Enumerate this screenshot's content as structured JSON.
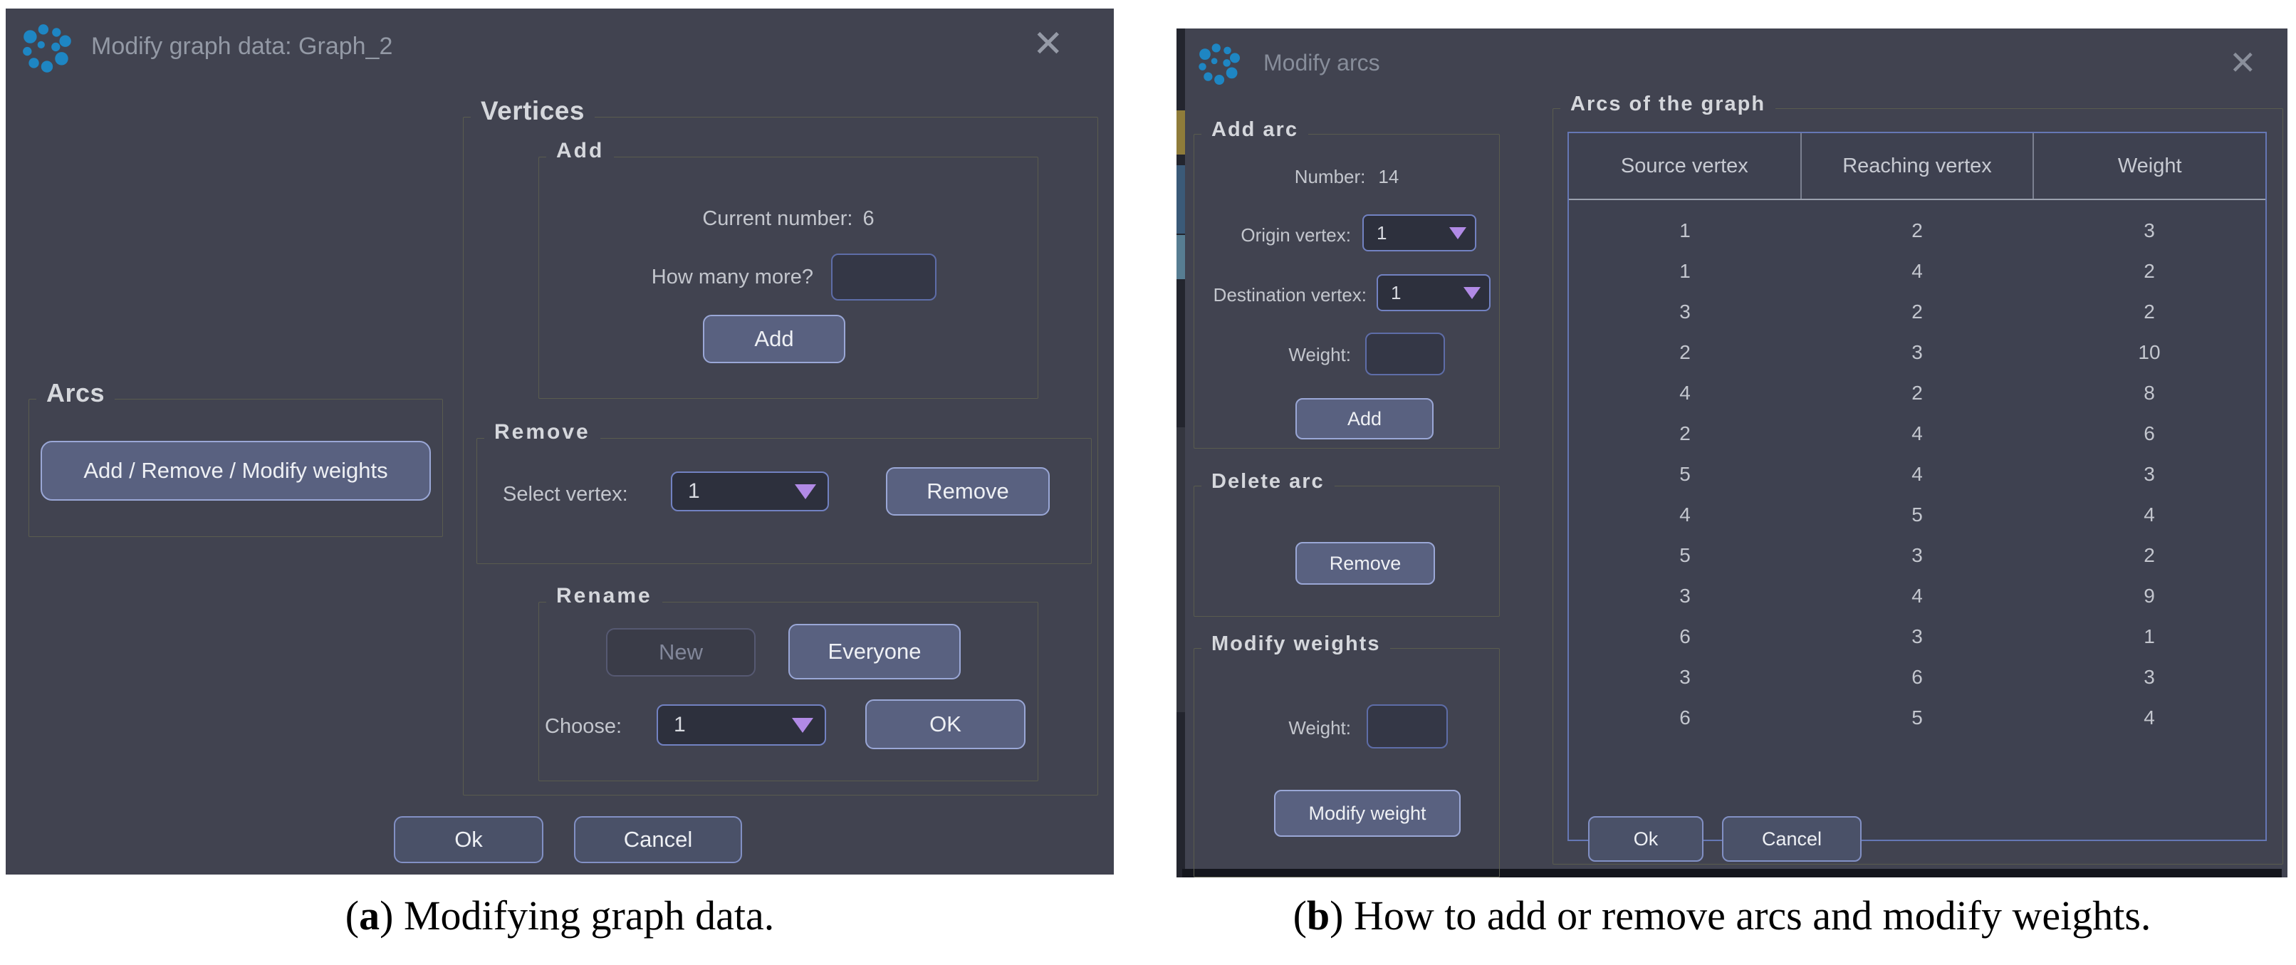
{
  "colors": {
    "dialog_bg": "#414350",
    "accent_purple": "#b18ae6",
    "button_border": "#9aa7d6",
    "table_border": "#6577b5",
    "group_border": "#5a5c4e",
    "icon_blue": "#1e86c3"
  },
  "icons": {
    "close": "✕"
  },
  "dialog_a": {
    "title": "Modify graph data: Graph_2",
    "vertices_group": {
      "label": "Vertices",
      "add": {
        "label": "Add",
        "current_number_label": "Current number:",
        "current_number": "6",
        "how_many_label": "How many more?",
        "input_value": "",
        "button": "Add"
      },
      "remove": {
        "label": "Remove",
        "select_label": "Select vertex:",
        "dropdown_value": "1",
        "button": "Remove"
      },
      "rename": {
        "label": "Rename",
        "new_button": "New",
        "everyone_button": "Everyone",
        "choose_label": "Choose:",
        "dropdown_value": "1",
        "ok_button": "OK"
      }
    },
    "arcs_group": {
      "label": "Arcs",
      "button": "Add / Remove / Modify weights"
    },
    "footer": {
      "ok": "Ok",
      "cancel": "Cancel"
    }
  },
  "dialog_b": {
    "title": "Modify arcs",
    "add_arc": {
      "label": "Add arc",
      "number_label": "Number:",
      "number": "14",
      "origin_label": "Origin vertex:",
      "origin_value": "1",
      "destination_label": "Destination vertex:",
      "destination_value": "1",
      "weight_label": "Weight:",
      "weight_value": "",
      "button": "Add"
    },
    "delete_arc": {
      "label": "Delete arc",
      "button": "Remove"
    },
    "modify_weights": {
      "label": "Modify weights",
      "weight_label": "Weight:",
      "weight_value": "",
      "button": "Modify weight"
    },
    "table": {
      "label": "Arcs of the graph",
      "columns": [
        "Source vertex",
        "Reaching vertex",
        "Weight"
      ],
      "rows": [
        [
          1,
          2,
          3
        ],
        [
          1,
          4,
          2
        ],
        [
          3,
          2,
          2
        ],
        [
          2,
          3,
          10
        ],
        [
          4,
          2,
          8
        ],
        [
          2,
          4,
          6
        ],
        [
          5,
          4,
          3
        ],
        [
          4,
          5,
          4
        ],
        [
          5,
          3,
          2
        ],
        [
          3,
          4,
          9
        ],
        [
          6,
          3,
          1
        ],
        [
          3,
          6,
          3
        ],
        [
          6,
          5,
          4
        ]
      ]
    },
    "footer": {
      "ok": "Ok",
      "cancel": "Cancel"
    }
  },
  "captions": {
    "a": {
      "open": "(",
      "letter": "a",
      "close": ")",
      "text": " Modifying graph data."
    },
    "b": {
      "open": "(",
      "letter": "b",
      "close": ")",
      "text": " How to add or remove arcs and modify weights."
    }
  }
}
